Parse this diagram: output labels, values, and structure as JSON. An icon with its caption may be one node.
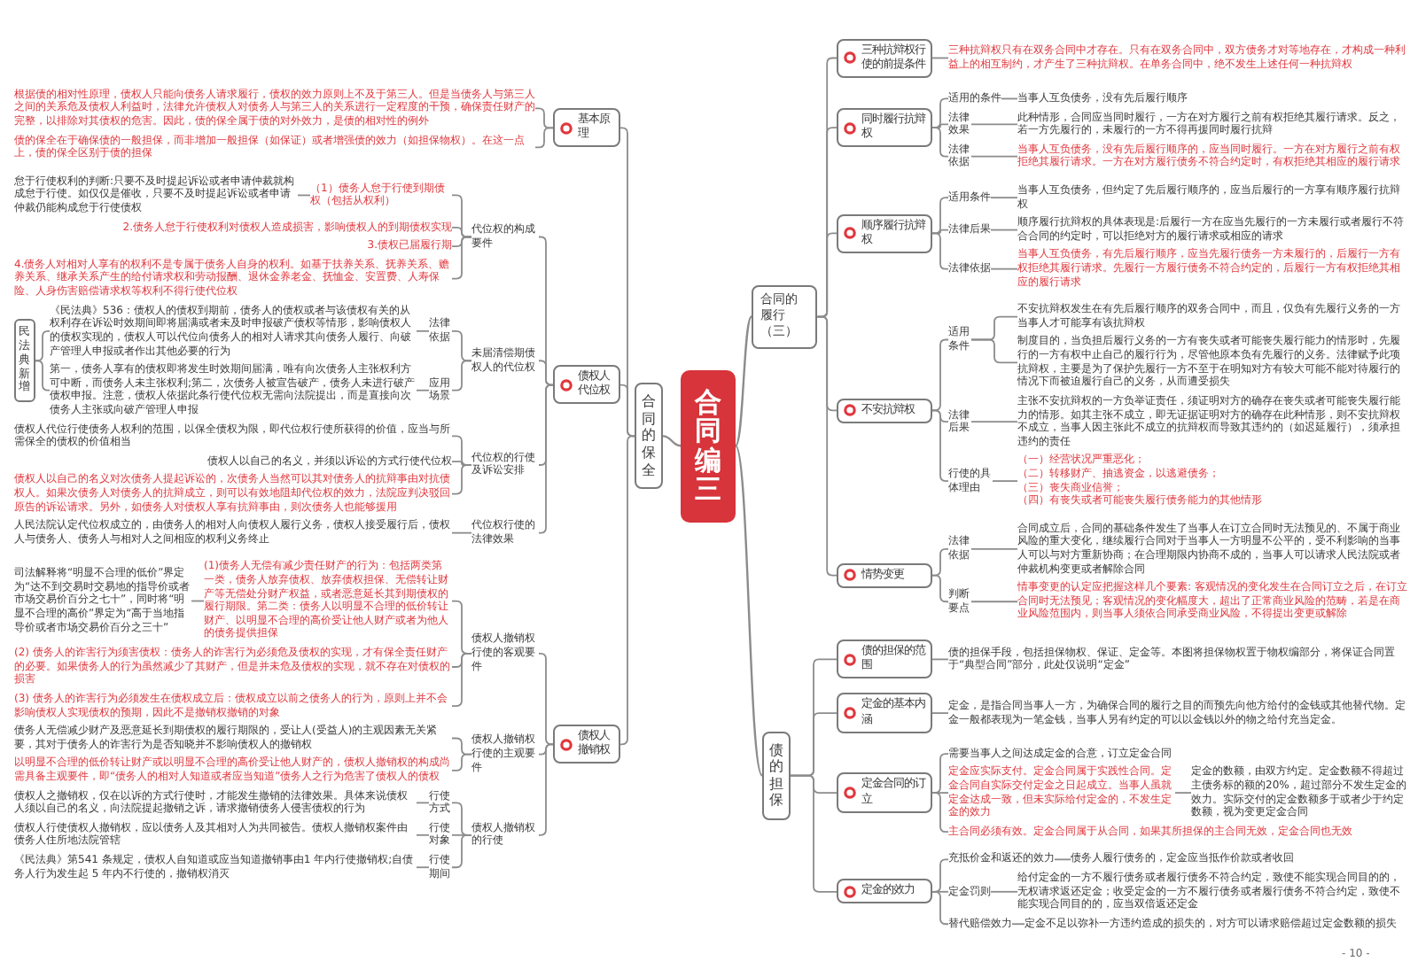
{
  "diagram": {
    "nodes": [
      {
        "text": [
          "合同编三"
        ]
      },
      {
        "text": [
          "合同的保全"
        ]
      },
      {
        "text": [
          "基本原理"
        ]
      },
      {
        "text": [
          "根据债的相对性原理，债权人只能向债务人请求履行，债权的效力原则上不及于第三人。但是当债务人与第三人之间的关系危及债权人利益时，法律允许债权人对债务人与第三人的关系进行一定程度的干预，确保责任财产的完整，以排除对其债权的危害。因此，债的保全属于债的对外效力，是债的相对性的例外"
        ]
      },
      {
        "text": [
          "债的保全在于确保债的一般担保，而非增加一般担保（如保证）或者增强债的效力（如担保物权）。在这一点上，债的保全区别于债的担保"
        ]
      },
      {
        "text": [
          "债权人代位权"
        ]
      },
      {
        "text": [
          "代位权的构成要件"
        ]
      },
      {
        "text": [
          "（1）债务人怠于行使到期债权（包括从权利）"
        ]
      },
      {
        "text": [
          "怠于行使权利的判断:只要不及时提起诉讼或者申请仲裁就构成怠于行使。如仅仅是催收，只要不及时提起诉讼或者申请仲裁仍能构成怠于行使债权"
        ]
      },
      {
        "text": [
          "2.债务人怠于行使权利对债权人造成损害，影响债权人的到期债权实现"
        ]
      },
      {
        "text": [
          "3.债权已届履行期"
        ]
      },
      {
        "text": [
          "4.债务人对相对人享有的权利不是专属于债务人自身的权利。如基于扶养关系、抚养关系、赡养关系、继承关系产生的给付请求权和劳动报酬、退休金养老金、抚恤金、安置费、人寿保险、人身伤害赔偿请求权等权利不得行使代位权"
        ]
      },
      {
        "text": [
          "未届清偿期债权人的代位权"
        ]
      },
      {
        "text": [
          "法律依据"
        ]
      },
      {
        "text": [
          "《民法典》536：债权人的债权到期前，债务人的债权或者与该债权有关的从权利存在诉讼时效期间即将届满或者未及时申报破产债权等情形，影响债权人的债权实现的，债权人可以代位向债务人的相对人请求其向债务人履行、向破产管理人申报或者作出其他必要的行为"
        ]
      },
      {
        "text": [
          "应用场景"
        ]
      },
      {
        "text": [
          "第一，债务人享有的债权即将发生时效期间届满，唯有向次债务人主张权利方可中断，而债务人未主张权利;第二，次债务人被宣告破产，债务人未进行破产债权申报。注意，债权人依据此条行使代位权无需向法院提出，而是直接向次债务人主张或向破产管理人申报"
        ]
      },
      {
        "text": [
          "民法典新增"
        ]
      },
      {
        "text": [
          "代位权的行使及诉讼安排"
        ]
      },
      {
        "text": [
          "债权人代位行使债务人权利的范围，以保全债权为限，即代位权行使所获得的价值，应当与所需保全的债权的价值相当"
        ]
      },
      {
        "text": [
          "债权人以自己的名义，并须以诉讼的方式行使代位权"
        ]
      },
      {
        "text": [
          "债权人以自己的名义对次债务人提起诉讼的，次债务人当然可以其对债务人的抗辩事由对抗债权人。如果次债务人对债务人的抗辩成立，则可以有效地阻却代位权的效力，法院应判决驳回原告的诉讼请求。另外，如债务人对债权人享有抗辩事由，则次债务人也能够援用"
        ]
      },
      {
        "text": [
          "代位权行使的法律效果"
        ]
      },
      {
        "text": [
          "人民法院认定代位权成立的，由债务人的相对人向债权人履行义务，债权人接受履行后，债权人与债务人、债务人与相对人之间相应的权利义务终止"
        ]
      },
      {
        "text": [
          "债权人撤销权"
        ]
      },
      {
        "text": [
          "债权人撤销权行使的客观要件"
        ]
      },
      {
        "text": [
          "(1)债务人无偿有减少责任财产的行为：包括两类第一类，债务人放弃债权、放弃债权担保、无偿转让财产等无偿处分财产权益，或者恶意延长其到期债权的履行期限。第二类：债务人以明显不合理的低价转让财产、以明显不合理的高价受让他人财产或者为他人的债务提供担保"
        ]
      },
      {
        "text": [
          "司法解释将“明显不合理的低价”界定为“达不到交易时交易地的指导价或者市场交易价百分之七十”，同时将“明显不合理的高价”界定为“高于当地指导价或者市场交易价百分之三十”"
        ]
      },
      {
        "text": [
          "(2) 债务人的诈害行为须害债权：债务人的诈害行为必须危及债权的实现，才有保全责任财产的必要。如果债务人的行为虽然减少了其财产，但是并未危及债权的实现，就不存在对债权的损害"
        ]
      },
      {
        "text": [
          "(3) 债务人的诈害行为必须发生在债权成立后：债权成立以前之债务人的行为，原则上并不会影响债权人实现债权的预期，因此不是撤销权撤销的对象"
        ]
      },
      {
        "text": [
          "债权人撤销权行使的主观要件"
        ]
      },
      {
        "text": [
          "债务人无偿减少财产及恶意延长到期债权的履行期限的，受让人(受益人)的主观因素无关紧要，其对于债务人的诈害行为是否知晓并不影响债权人的撤销权"
        ]
      },
      {
        "text": [
          "以明显不合理的低价转让财产或以明显不合理的高价受让他人财产的，债权人撤销权的构成尚需具备主观要件，即“债务人的相对人知道或者应当知道”债务人之行为危害了债权人的债权"
        ]
      },
      {
        "text": [
          "债权人撤销权的行使"
        ]
      },
      {
        "text": [
          "行使方式"
        ]
      },
      {
        "text": [
          "债权人之撤销权，仅在以诉的方式行使时，才能发生撤销的法律效果。具体来说债权人须以自己的名义，向法院提起撤销之诉，请求撤销债务人侵害债权的行为"
        ]
      },
      {
        "text": [
          "行使对象"
        ]
      },
      {
        "text": [
          "债权人行使债权人撤销权，应以债务人及其相对人为共同被告。债权人撤销权案件由债务人住所地法院管辖"
        ]
      },
      {
        "text": [
          "行使期间"
        ]
      },
      {
        "text": [
          "《民法典》第541 条规定，债权人自知道或应当知道撤销事由1 年内行使撤销权;自债务人行为发生起 5 年内不行使的，撤销权消灭"
        ]
      },
      {
        "text": [
          "合同的履行（三）"
        ]
      },
      {
        "text": [
          "三种抗辩权行使的前提条件"
        ]
      },
      {
        "text": [
          "三种抗辩权只有在双务合同中才存在。只有在双务合同中，双方债务才对等地存在，才构成一种利益上的相互制约，才产生了三种抗辩权。在单务合同中，绝不发生上述任何一种抗辩权"
        ]
      },
      {
        "text": [
          "同时履行抗辩权"
        ]
      },
      {
        "text": [
          "适用的条件"
        ]
      },
      {
        "text": [
          "当事人互负债务，没有先后履行顺序"
        ]
      },
      {
        "text": [
          "法律效果"
        ]
      },
      {
        "text": [
          "此种情形，合同应当同时履行，一方在对方履行之前有权拒绝其履行请求。反之，若一方先履行的，未履行的一方不得再援同时履行抗辩"
        ]
      },
      {
        "text": [
          "法律依据"
        ]
      },
      {
        "text": [
          "当事人互负债务，没有先后履行顺序的，应当同时履行。一方在对方履行之前有权拒绝其履行请求。一方在对方履行债务不符合约定时，有权拒绝其相应的履行请求"
        ]
      },
      {
        "text": [
          "顺序履行抗辩权"
        ]
      },
      {
        "text": [
          "适用条件"
        ]
      },
      {
        "text": [
          "当事人互负债务，但约定了先后履行顺序的，应当后履行的一方享有顺序履行抗辩权"
        ]
      },
      {
        "text": [
          "法律后果"
        ]
      },
      {
        "text": [
          "顺序履行抗辩权的具体表现是:后履行一方在应当先履行的一方未履行或者履行不符合合同的约定时，可以拒绝对方的履行请求或相应的请求"
        ]
      },
      {
        "text": [
          "法律依据"
        ]
      },
      {
        "text": [
          "当事人互负债务，有先后履行顺序，应当先履行债务一方未履行的，后履行一方有权拒绝其履行请求。先履行一方履行债务不符合约定的，后履行一方有权拒绝其相应的履行请求"
        ]
      },
      {
        "text": [
          "不安抗辩权"
        ]
      },
      {
        "text": [
          "适用条件"
        ]
      },
      {
        "text": [
          "不安抗辩权发生在有先后履行顺序的双务合同中，而且，仅负有先履行义务的一方当事人才可能享有该抗辩权"
        ]
      },
      {
        "text": [
          "制度目的，当负担后履行义务的一方有丧失或者可能丧失履行能力的情形时，先履行的一方有权中止自己的履行行为，尽管他原本负有先履行的义务。法律赋予此项抗辩权，主要是为了保护先履行一方不至于在明知对方有较大可能不能对待履行的情况下而被迫履行自己的义务，从而遭受损失"
        ]
      },
      {
        "text": [
          "法律后果"
        ]
      },
      {
        "text": [
          "主张不安抗辩权的一方负举证责任，须证明对方的确存在丧失或者可能丧失履行能力的情形。如其主张不成立，即无证据证明对方的确存在此种情形，则不安抗辩权不成立，当事人因主张此不成立的抗辩权而导致其违约的（如迟延履行），须承担违约的责任"
        ]
      },
      {
        "text": [
          "行使的具体理由"
        ]
      },
      {
        "text": [
          "（一）经营状况严重恶化；",
          "（二）转移财产、抽逃资金，以逃避债务；",
          "（三）丧失商业信誉；",
          "（四）有丧失或者可能丧失履行债务能力的其他情形"
        ]
      },
      {
        "text": [
          "情势变更"
        ]
      },
      {
        "text": [
          "法律依据"
        ]
      },
      {
        "text": [
          "合同成立后，合同的基础条件发生了当事人在订立合同时无法预见的、不属于商业风险的重大变化，继续履行合同对于当事人一方明显不公平的，受不利影响的当事人可以与对方重新协商；在合理期限内协商不成的，当事人可以请求人民法院或者仲裁机构变更或者解除合同"
        ]
      },
      {
        "text": [
          "判断要点"
        ]
      },
      {
        "text": [
          "情事变更的认定应把握这样几个要素: 客观情况的变化发生在合同订立之后，在订立合同时无法预见；客观情况的变化幅度大，超出了正常商业风险的范畴，若是在商业风险范围内，则当事人须依合同承受商业风险，不得提出变更或解除"
        ]
      },
      {
        "text": [
          "债的担保"
        ]
      },
      {
        "text": [
          "债的担保的范围"
        ]
      },
      {
        "text": [
          "债的担保手段，包括担保物权、保证、定金等。本图将担保物权置于物权编部分，将保证合同置于“典型合同”部分，此处仅说明“定金”"
        ]
      },
      {
        "text": [
          "定金的基本内涵"
        ]
      },
      {
        "text": [
          "定金，是指合同当事人一方，为确保合同的履行之目的而预先向他方给付的金钱或其他替代物。定金一般都表现为一笔金钱，当事人另有约定的可以以金钱以外的物之给付充当定金。"
        ]
      },
      {
        "text": [
          "定金合同的订立"
        ]
      },
      {
        "text": [
          "需要当事人之间达成定金的合意，订立定金合同"
        ]
      },
      {
        "text": [
          "定金应实际支付。定金合同属于实践性合同。定金合同自实际交付定金之日起成立。当事人虽就定金达成一致，但未实际给付定金的，不发生定金的效力"
        ]
      },
      {
        "text": [
          "定金的数额，由双方约定。定金数额不得超过主债务标的额的20%，超过部分不发生定金的效力。实际交付的定金数额多于或者少于约定数额，视为变更定金合同"
        ]
      },
      {
        "text": [
          "主合同必须有效。定金合同属于从合同，如果其所担保的主合同无效，定金合同也无效"
        ]
      },
      {
        "text": [
          "定金的效力"
        ]
      },
      {
        "text": [
          "充抵价金和返还的效力"
        ]
      },
      {
        "text": [
          "债务人履行债务的，定金应当抵作价款或者收回"
        ]
      },
      {
        "text": [
          "定金罚则"
        ]
      },
      {
        "text": [
          "给付定金的一方不履行债务或者履行债务不符合约定，致使不能实现合同目的的，无权请求返还定金；收受定金的一方不履行债务或者履行债务不符合约定，致使不能实现合同目的的，应当双倍返还定金"
        ]
      },
      {
        "text": [
          "替代赔偿效力"
        ]
      },
      {
        "text": [
          "定金不足以弥补一方违约造成的损失的，对方可以请求赔偿超过定金数额的损失"
        ]
      }
    ],
    "edges": [
      {
        "from": 0,
        "to": 1,
        "arrow": "none"
      },
      {
        "from": 1,
        "to": 2,
        "arrow": "none"
      },
      {
        "from": 2,
        "to": 3,
        "arrow": "none"
      },
      {
        "from": 2,
        "to": 4,
        "arrow": "none"
      },
      {
        "from": 1,
        "to": 5,
        "arrow": "none"
      },
      {
        "from": 5,
        "to": 6,
        "arrow": "none"
      },
      {
        "from": 6,
        "to": 7,
        "arrow": "none"
      },
      {
        "from": 7,
        "to": 8,
        "arrow": "none"
      },
      {
        "from": 6,
        "to": 9,
        "arrow": "none"
      },
      {
        "from": 6,
        "to": 10,
        "arrow": "none"
      },
      {
        "from": 6,
        "to": 11,
        "arrow": "none"
      },
      {
        "from": 5,
        "to": 12,
        "arrow": "none"
      },
      {
        "from": 12,
        "to": 13,
        "arrow": "none"
      },
      {
        "from": 13,
        "to": 14,
        "arrow": "none"
      },
      {
        "from": 12,
        "to": 15,
        "arrow": "none"
      },
      {
        "from": 15,
        "to": 16,
        "arrow": "none"
      },
      {
        "from": 17,
        "to": 14,
        "arrow": "none"
      },
      {
        "from": 17,
        "to": 16,
        "arrow": "none"
      },
      {
        "from": 5,
        "to": 18,
        "arrow": "none"
      },
      {
        "from": 18,
        "to": 19,
        "arrow": "none"
      },
      {
        "from": 18,
        "to": 20,
        "arrow": "none"
      },
      {
        "from": 18,
        "to": 21,
        "arrow": "none"
      },
      {
        "from": 5,
        "to": 22,
        "arrow": "none"
      },
      {
        "from": 22,
        "to": 23,
        "arrow": "none"
      },
      {
        "from": 1,
        "to": 24,
        "arrow": "none"
      },
      {
        "from": 24,
        "to": 25,
        "arrow": "none"
      },
      {
        "from": 25,
        "to": 26,
        "arrow": "none"
      },
      {
        "from": 26,
        "to": 27,
        "arrow": "none"
      },
      {
        "from": 25,
        "to": 28,
        "arrow": "none"
      },
      {
        "from": 25,
        "to": 29,
        "arrow": "none"
      },
      {
        "from": 24,
        "to": 30,
        "arrow": "none"
      },
      {
        "from": 30,
        "to": 31,
        "arrow": "none"
      },
      {
        "from": 30,
        "to": 32,
        "arrow": "none"
      },
      {
        "from": 24,
        "to": 33,
        "arrow": "none"
      },
      {
        "from": 33,
        "to": 34,
        "arrow": "none"
      },
      {
        "from": 34,
        "to": 35,
        "arrow": "none"
      },
      {
        "from": 33,
        "to": 36,
        "arrow": "none"
      },
      {
        "from": 36,
        "to": 37,
        "arrow": "none"
      },
      {
        "from": 33,
        "to": 38,
        "arrow": "none"
      },
      {
        "from": 38,
        "to": 39,
        "arrow": "none"
      },
      {
        "from": 0,
        "to": 40,
        "arrow": "none"
      },
      {
        "from": 40,
        "to": 41,
        "arrow": "none"
      },
      {
        "from": 41,
        "to": 42,
        "arrow": "none"
      },
      {
        "from": 40,
        "to": 43,
        "arrow": "none"
      },
      {
        "from": 43,
        "to": 44,
        "arrow": "none"
      },
      {
        "from": 44,
        "to": 45,
        "arrow": "none"
      },
      {
        "from": 43,
        "to": 46,
        "arrow": "none"
      },
      {
        "from": 46,
        "to": 47,
        "arrow": "none"
      },
      {
        "from": 43,
        "to": 48,
        "arrow": "none"
      },
      {
        "from": 48,
        "to": 49,
        "arrow": "none"
      },
      {
        "from": 40,
        "to": 50,
        "arrow": "none"
      },
      {
        "from": 50,
        "to": 51,
        "arrow": "none"
      },
      {
        "from": 51,
        "to": 52,
        "arrow": "none"
      },
      {
        "from": 50,
        "to": 53,
        "arrow": "none"
      },
      {
        "from": 53,
        "to": 54,
        "arrow": "none"
      },
      {
        "from": 50,
        "to": 55,
        "arrow": "none"
      },
      {
        "from": 55,
        "to": 56,
        "arrow": "none"
      },
      {
        "from": 40,
        "to": 57,
        "arrow": "none"
      },
      {
        "from": 57,
        "to": 58,
        "arrow": "none"
      },
      {
        "from": 58,
        "to": 59,
        "arrow": "none"
      },
      {
        "from": 58,
        "to": 60,
        "arrow": "none"
      },
      {
        "from": 57,
        "to": 61,
        "arrow": "none"
      },
      {
        "from": 61,
        "to": 62,
        "arrow": "none"
      },
      {
        "from": 57,
        "to": 63,
        "arrow": "none"
      },
      {
        "from": 63,
        "to": 64,
        "arrow": "none"
      },
      {
        "from": 40,
        "to": 65,
        "arrow": "none"
      },
      {
        "from": 65,
        "to": 66,
        "arrow": "none"
      },
      {
        "from": 66,
        "to": 67,
        "arrow": "none"
      },
      {
        "from": 65,
        "to": 68,
        "arrow": "none"
      },
      {
        "from": 68,
        "to": 69,
        "arrow": "none"
      },
      {
        "from": 0,
        "to": 70,
        "arrow": "none"
      },
      {
        "from": 70,
        "to": 71,
        "arrow": "none"
      },
      {
        "from": 71,
        "to": 72,
        "arrow": "none"
      },
      {
        "from": 70,
        "to": 73,
        "arrow": "none"
      },
      {
        "from": 73,
        "to": 74,
        "arrow": "none"
      },
      {
        "from": 70,
        "to": 75,
        "arrow": "none"
      },
      {
        "from": 75,
        "to": 76,
        "arrow": "none"
      },
      {
        "from": 75,
        "to": 77,
        "arrow": "none"
      },
      {
        "from": 77,
        "to": 78,
        "arrow": "none"
      },
      {
        "from": 75,
        "to": 79,
        "arrow": "none"
      },
      {
        "from": 70,
        "to": 80,
        "arrow": "none"
      },
      {
        "from": 80,
        "to": 81,
        "arrow": "none"
      },
      {
        "from": 81,
        "to": 82,
        "arrow": "none"
      },
      {
        "from": 80,
        "to": 83,
        "arrow": "none"
      },
      {
        "from": 83,
        "to": 84,
        "arrow": "none"
      },
      {
        "from": 80,
        "to": 85,
        "arrow": "none"
      },
      {
        "from": 85,
        "to": 86,
        "arrow": "none"
      }
    ],
    "labels": [
      "- 10 -"
    ]
  }
}
